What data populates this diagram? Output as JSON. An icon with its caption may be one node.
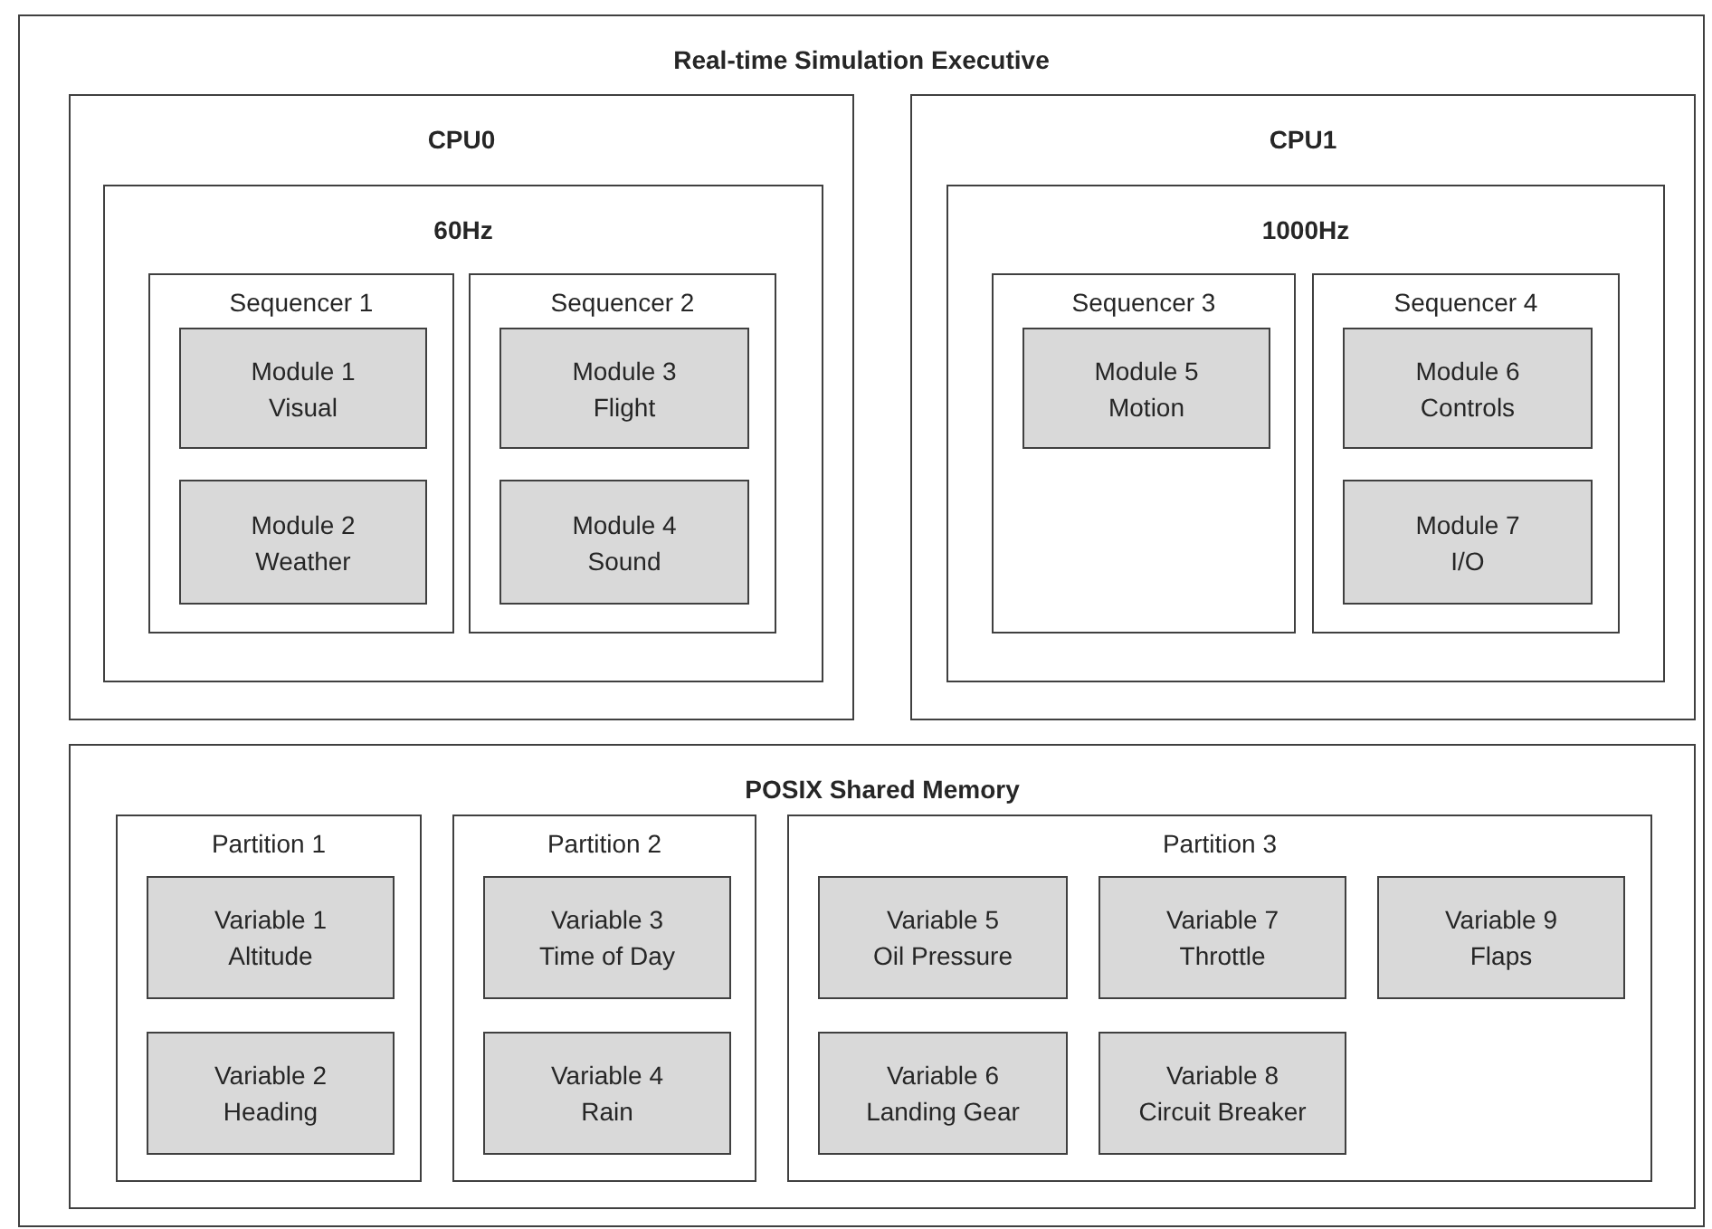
{
  "diagram": {
    "nodes": [
      {
        "text": [
          "Real-time Simulation Executive"
        ]
      },
      {
        "text": [
          "CPU0"
        ],
        "in": 0
      },
      {
        "text": [
          "60Hz"
        ],
        "in": 1
      },
      {
        "text": [
          "Sequencer 1"
        ],
        "in": 2
      },
      {
        "text": [
          "Module 1",
          "Visual"
        ],
        "in": 3
      },
      {
        "text": [
          "Module 2",
          "Weather"
        ],
        "in": 3
      },
      {
        "text": [
          "Sequencer 2"
        ],
        "in": 2
      },
      {
        "text": [
          "Module 3",
          "Flight"
        ],
        "in": 6
      },
      {
        "text": [
          "Module 4",
          "Sound"
        ],
        "in": 6
      },
      {
        "text": [
          "CPU1"
        ],
        "in": 0
      },
      {
        "text": [
          "1000Hz"
        ],
        "in": 9
      },
      {
        "text": [
          "Sequencer 3"
        ],
        "in": 10
      },
      {
        "text": [
          "Module 5",
          "Motion"
        ],
        "in": 11
      },
      {
        "text": [
          "Sequencer 4"
        ],
        "in": 10
      },
      {
        "text": [
          "Module 6",
          "Controls"
        ],
        "in": 13
      },
      {
        "text": [
          "Module 7",
          "I/O"
        ],
        "in": 13
      },
      {
        "text": [
          "POSIX Shared Memory"
        ],
        "in": 0
      },
      {
        "text": [
          "Partition 1"
        ],
        "in": 16
      },
      {
        "text": [
          "Variable 1",
          "Altitude"
        ],
        "in": 17
      },
      {
        "text": [
          "Variable 2",
          "Heading"
        ],
        "in": 17
      },
      {
        "text": [
          "Partition 2"
        ],
        "in": 16
      },
      {
        "text": [
          "Variable 3",
          "Time of Day"
        ],
        "in": 20
      },
      {
        "text": [
          "Variable 4",
          "Rain"
        ],
        "in": 20
      },
      {
        "text": [
          "Partition 3"
        ],
        "in": 16
      },
      {
        "text": [
          "Variable 5",
          "Oil Pressure"
        ],
        "in": 23
      },
      {
        "text": [
          "Variable 7",
          "Throttle"
        ],
        "in": 23
      },
      {
        "text": [
          "Variable 9",
          "Flaps"
        ],
        "in": 23
      },
      {
        "text": [
          "Variable 6",
          "Landing Gear"
        ],
        "in": 23
      },
      {
        "text": [
          "Variable 8",
          "Circuit Breaker"
        ],
        "in": 23
      }
    ]
  }
}
